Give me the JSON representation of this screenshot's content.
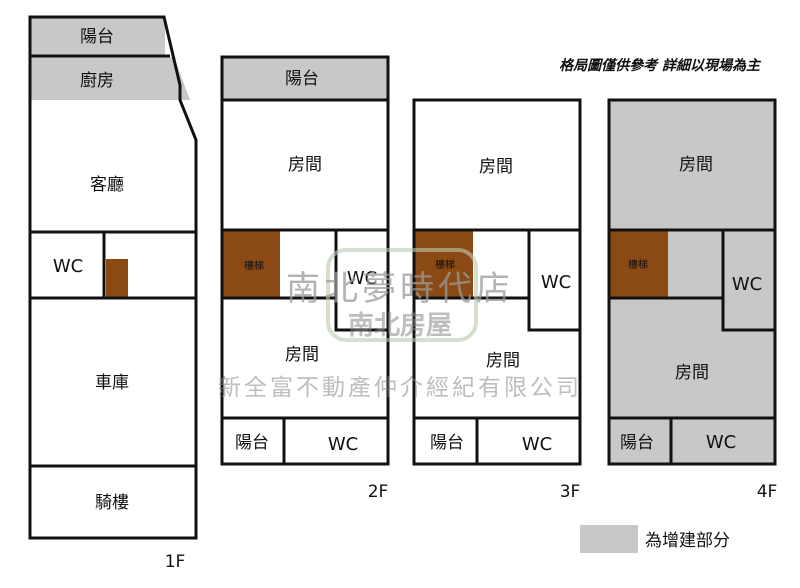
{
  "note": "格局圖僅供參考 詳細以現場為主",
  "legend": {
    "label": "為增建部分",
    "color": "#c8c8c8"
  },
  "colors": {
    "stair": "#8b4a14",
    "added": "#c8c8c8",
    "wall": "#111111"
  },
  "floors": {
    "f1": {
      "label": "1F",
      "rooms": {
        "balcony": "陽台",
        "kitchen": "廚房",
        "living": "客廳",
        "wc": "WC",
        "garage": "車庫",
        "arcade": "騎樓"
      }
    },
    "f2": {
      "label": "2F",
      "rooms": {
        "balcony_top": "陽台",
        "room1": "房間",
        "stairs": "樓梯",
        "wc_mid": "WC",
        "room2": "房間",
        "balcony_bottom": "陽台",
        "wc_bottom": "WC"
      }
    },
    "f3": {
      "label": "3F",
      "rooms": {
        "room1": "房間",
        "stairs": "樓梯",
        "wc_mid": "WC",
        "room2": "房間",
        "balcony_bottom": "陽台",
        "wc_bottom": "WC"
      }
    },
    "f4": {
      "label": "4F",
      "rooms": {
        "room1": "房間",
        "stairs": "樓梯",
        "wc_mid": "WC",
        "room2": "房間",
        "balcony_bottom": "陽台",
        "wc_bottom": "WC"
      }
    }
  },
  "watermark": {
    "brand": "南北夢時代店",
    "logo": "南北房屋",
    "company": "新全富不動產仲介經紀有限公司"
  }
}
